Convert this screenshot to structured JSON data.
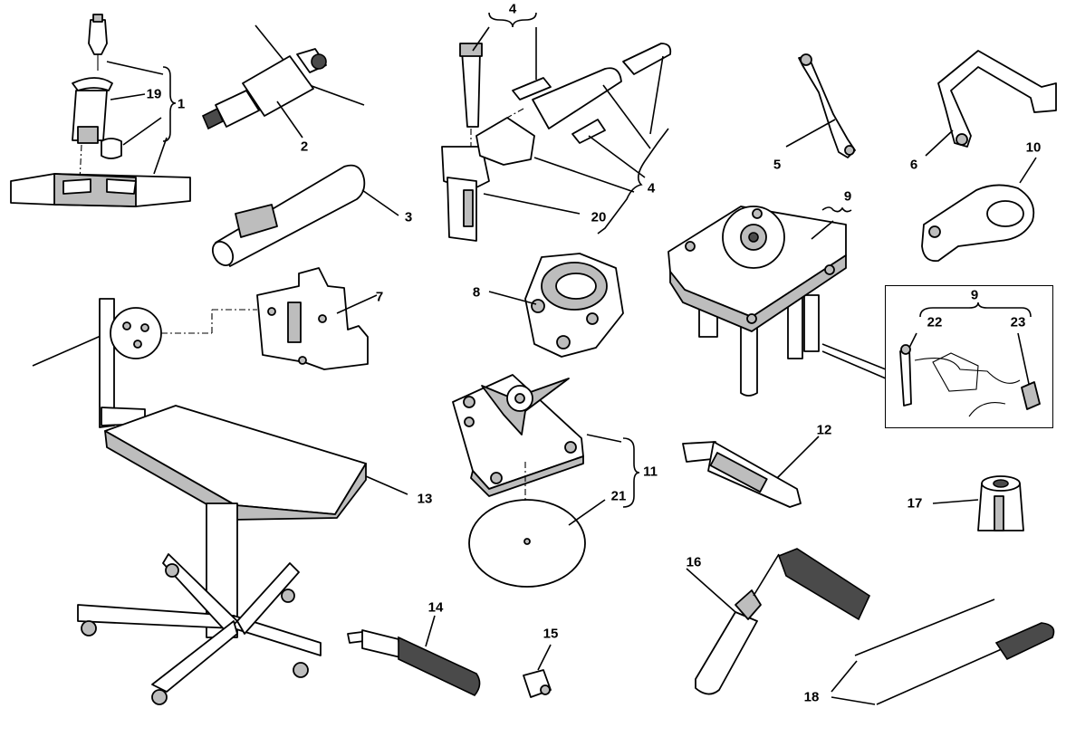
{
  "diagram": {
    "callouts": [
      {
        "id": "c1",
        "text": "1"
      },
      {
        "id": "c19",
        "text": "19"
      },
      {
        "id": "c2",
        "text": "2"
      },
      {
        "id": "c3",
        "text": "3"
      },
      {
        "id": "c4a",
        "text": "4"
      },
      {
        "id": "c4b",
        "text": "4"
      },
      {
        "id": "c20",
        "text": "20"
      },
      {
        "id": "c5",
        "text": "5"
      },
      {
        "id": "c6",
        "text": "6"
      },
      {
        "id": "c10",
        "text": "10"
      },
      {
        "id": "c9a",
        "text": "9"
      },
      {
        "id": "c9b",
        "text": "9"
      },
      {
        "id": "c22",
        "text": "22"
      },
      {
        "id": "c23",
        "text": "23"
      },
      {
        "id": "c7",
        "text": "7"
      },
      {
        "id": "c8",
        "text": "8"
      },
      {
        "id": "c13",
        "text": "13"
      },
      {
        "id": "c11",
        "text": "11"
      },
      {
        "id": "c21",
        "text": "21"
      },
      {
        "id": "c12",
        "text": "12"
      },
      {
        "id": "c17",
        "text": "17"
      },
      {
        "id": "c16",
        "text": "16"
      },
      {
        "id": "c14",
        "text": "14"
      },
      {
        "id": "c15",
        "text": "15"
      },
      {
        "id": "c18",
        "text": "18"
      }
    ]
  }
}
